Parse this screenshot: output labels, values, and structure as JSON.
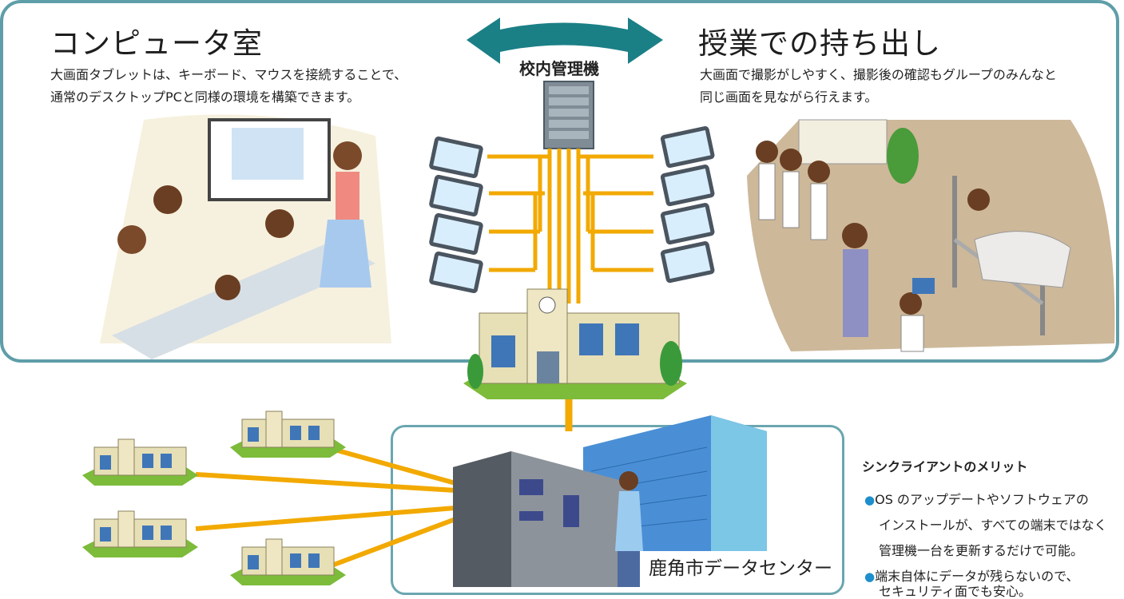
{
  "left_section": {
    "title": "コンピュータ室",
    "desc_line1": "大画面タブレットは、キーボード、マウスを接続することで、",
    "desc_line2": "通常のデスクトップPCと同様の環境を構築できます。"
  },
  "right_section": {
    "title": "授業での持ち出し",
    "desc_line1": "大画面で撮影がしやすく、撮影後の確認もグループのみんなと",
    "desc_line2": "同じ画面を見ながら行えます。"
  },
  "center": {
    "server_label": "校内管理機"
  },
  "datacenter": {
    "label": "鹿角市データセンター"
  },
  "merits": {
    "title": "シンクライアントのメリット",
    "item1_line1": "OS のアップデートやソフトウェアの",
    "item1_line2": "インストールが、すべての端末ではなく",
    "item1_line3": "管理機一台を更新するだけで可能。",
    "item2_line1": "端末自体にデータが残らないので、",
    "item2_line2": "セキュリティ面でも安心。"
  },
  "colors": {
    "panel_border": "#5e9ea8",
    "arrow": "#1b7f86",
    "network_line": "#f2a900",
    "bullet": "#1e8fcc"
  }
}
